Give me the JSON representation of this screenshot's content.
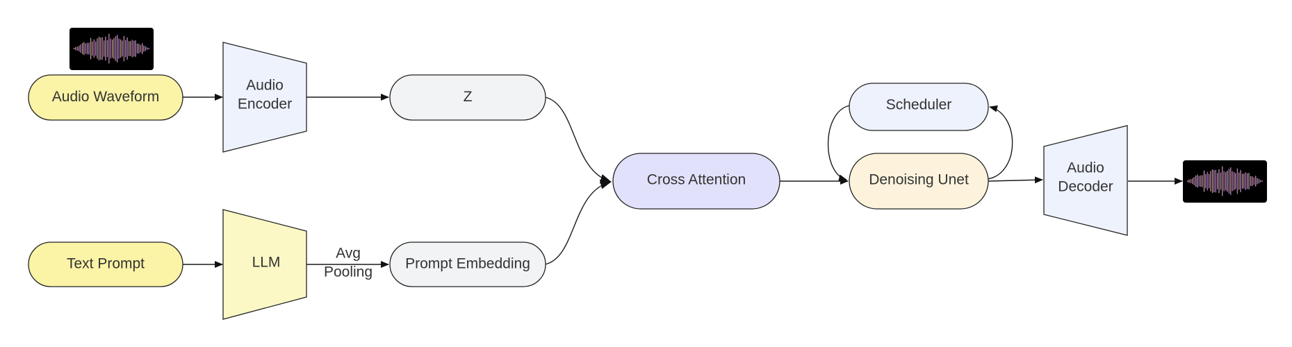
{
  "nodes": {
    "audio_waveform": {
      "label": "Audio Waveform",
      "fill": "#fbf3a6"
    },
    "audio_encoder": {
      "label_line1": "Audio",
      "label_line2": "Encoder",
      "fill": "#eef2fd"
    },
    "z": {
      "label": "Z",
      "fill": "#f2f3f5"
    },
    "text_prompt": {
      "label": "Text Prompt",
      "fill": "#fbf3a6"
    },
    "llm": {
      "label": "LLM",
      "fill": "#fbf8c6"
    },
    "prompt_embedding": {
      "label": "Prompt Embedding",
      "fill": "#f2f3f5"
    },
    "cross_attention": {
      "label": "Cross Attention",
      "fill": "#e2e1fb"
    },
    "scheduler": {
      "label": "Scheduler",
      "fill": "#eef2fd"
    },
    "denoising_unet": {
      "label": "Denoising Unet",
      "fill": "#fdf3dc"
    },
    "audio_decoder": {
      "label_line1": "Audio",
      "label_line2": "Decoder",
      "fill": "#eef2fd"
    }
  },
  "edge_labels": {
    "avg_pooling_line1": "Avg",
    "avg_pooling_line2": "Pooling"
  },
  "icons": {
    "input": "audio-waveform-icon",
    "output": "audio-waveform-icon"
  }
}
